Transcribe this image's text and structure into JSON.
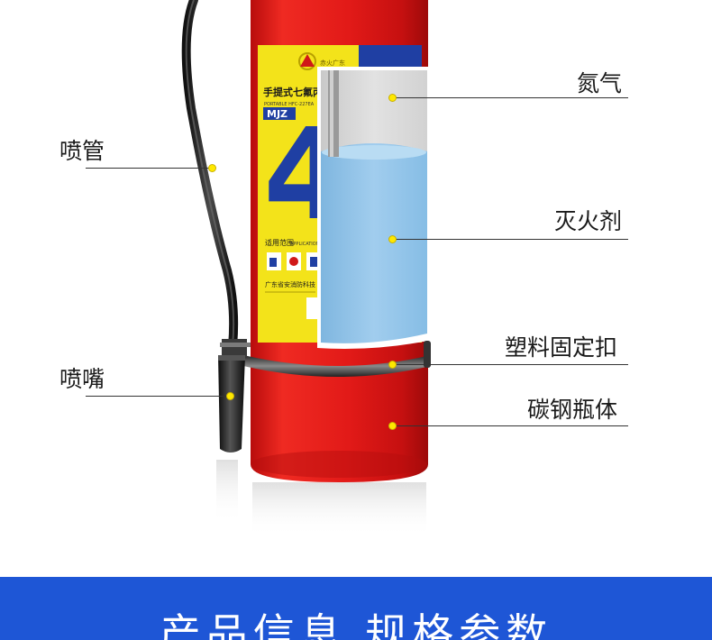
{
  "callouts": {
    "nitrogen": "氮气",
    "agent": "灭火剂",
    "clip": "塑料固定扣",
    "body": "碳钢瓶体",
    "hose": "喷管",
    "nozzle": "喷嘴"
  },
  "label": {
    "brand": "赤火广东",
    "title": "手提式七氟丙烷",
    "subtitle": "PORTABLE HFC-227EA",
    "model": "MJZ",
    "big_number": "4",
    "applicability": "适用范围",
    "applicability_en": "APPLICATION",
    "company": "广东省安消防科技"
  },
  "banner": {
    "title": "产品信息 规格参数"
  },
  "colors": {
    "cylinder_red": "#e31b1b",
    "label_yellow": "#f3e31a",
    "label_blue": "#1f3fa3",
    "banner_blue": "#1e56d6",
    "agent_blue": "#8ec4ea",
    "callout_dot": "#ffe800"
  }
}
